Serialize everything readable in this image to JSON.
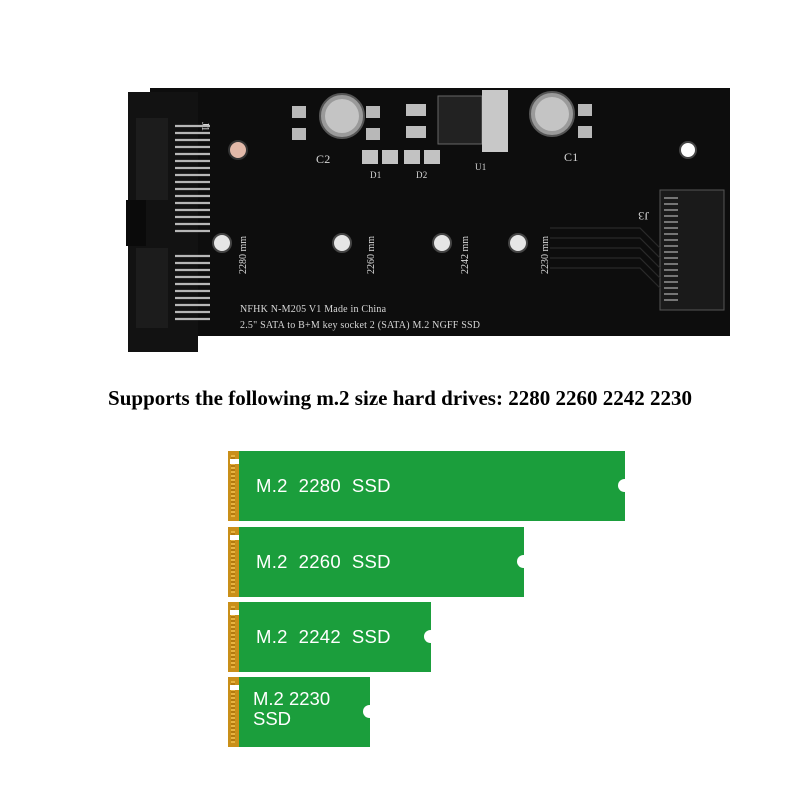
{
  "board": {
    "silkscreen_line1": "NFHK  N-M205  V1   Made in China",
    "silkscreen_line2": "2.5\" SATA to B+M key socket 2 (SATA) M.2 NGFF SSD",
    "ref_j1": "J1",
    "ref_j3": "J3",
    "ref_c1": "C1",
    "ref_c2": "C2",
    "ref_d1": "D1",
    "ref_d2": "D2",
    "ref_u1": "U1",
    "mount_labels": [
      "2280 mm",
      "2260 mm",
      "2242 mm",
      "2230 mm"
    ]
  },
  "headline": "Supports the following m.2 size hard drives: 2280 2260 2242 2230",
  "ssds": [
    {
      "label": "M.2  2280  SSD"
    },
    {
      "label": "M.2  2260  SSD"
    },
    {
      "label": "M.2  2242  SSD"
    },
    {
      "line1": "M.2 2230",
      "line2": "SSD"
    }
  ],
  "colors": {
    "pcb": "#0d0d0d",
    "ssd_green": "#1b9e3c",
    "gold_contacts": "#c98f19"
  }
}
